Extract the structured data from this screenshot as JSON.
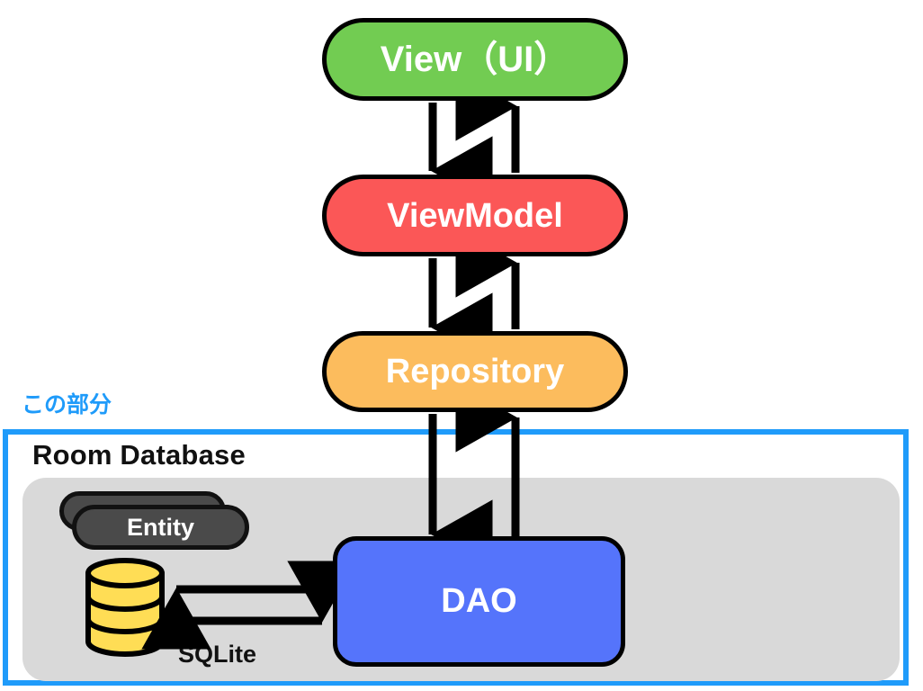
{
  "diagram": {
    "title_visible": false,
    "layers": [
      {
        "id": "view",
        "label": "View（UI）",
        "color": "#72cc52"
      },
      {
        "id": "viewmodel",
        "label": "ViewModel",
        "color": "#fb5757"
      },
      {
        "id": "repository",
        "label": "Repository",
        "color": "#fcbc5d"
      },
      {
        "id": "dao",
        "label": "DAO",
        "color": "#5574fb"
      }
    ],
    "room": {
      "title": "Room Database",
      "border_color": "#1f9bfa",
      "panel_color": "#d9d9d9",
      "entity_label": "Entity",
      "entity_color": "#4a4a4a",
      "sqlite_label": "SQLite",
      "sqlite_color": "#ffdd55"
    },
    "callout": {
      "label": "この部分",
      "color": "#1f9bfa"
    },
    "arrows": [
      {
        "from": "view",
        "to": "viewmodel",
        "direction": "down"
      },
      {
        "from": "viewmodel",
        "to": "view",
        "direction": "up"
      },
      {
        "from": "viewmodel",
        "to": "repository",
        "direction": "down"
      },
      {
        "from": "repository",
        "to": "viewmodel",
        "direction": "up"
      },
      {
        "from": "repository",
        "to": "dao",
        "direction": "down"
      },
      {
        "from": "dao",
        "to": "repository",
        "direction": "up"
      },
      {
        "from": "dao",
        "to": "sqlite",
        "direction": "left"
      },
      {
        "from": "sqlite",
        "to": "dao",
        "direction": "right"
      }
    ]
  }
}
